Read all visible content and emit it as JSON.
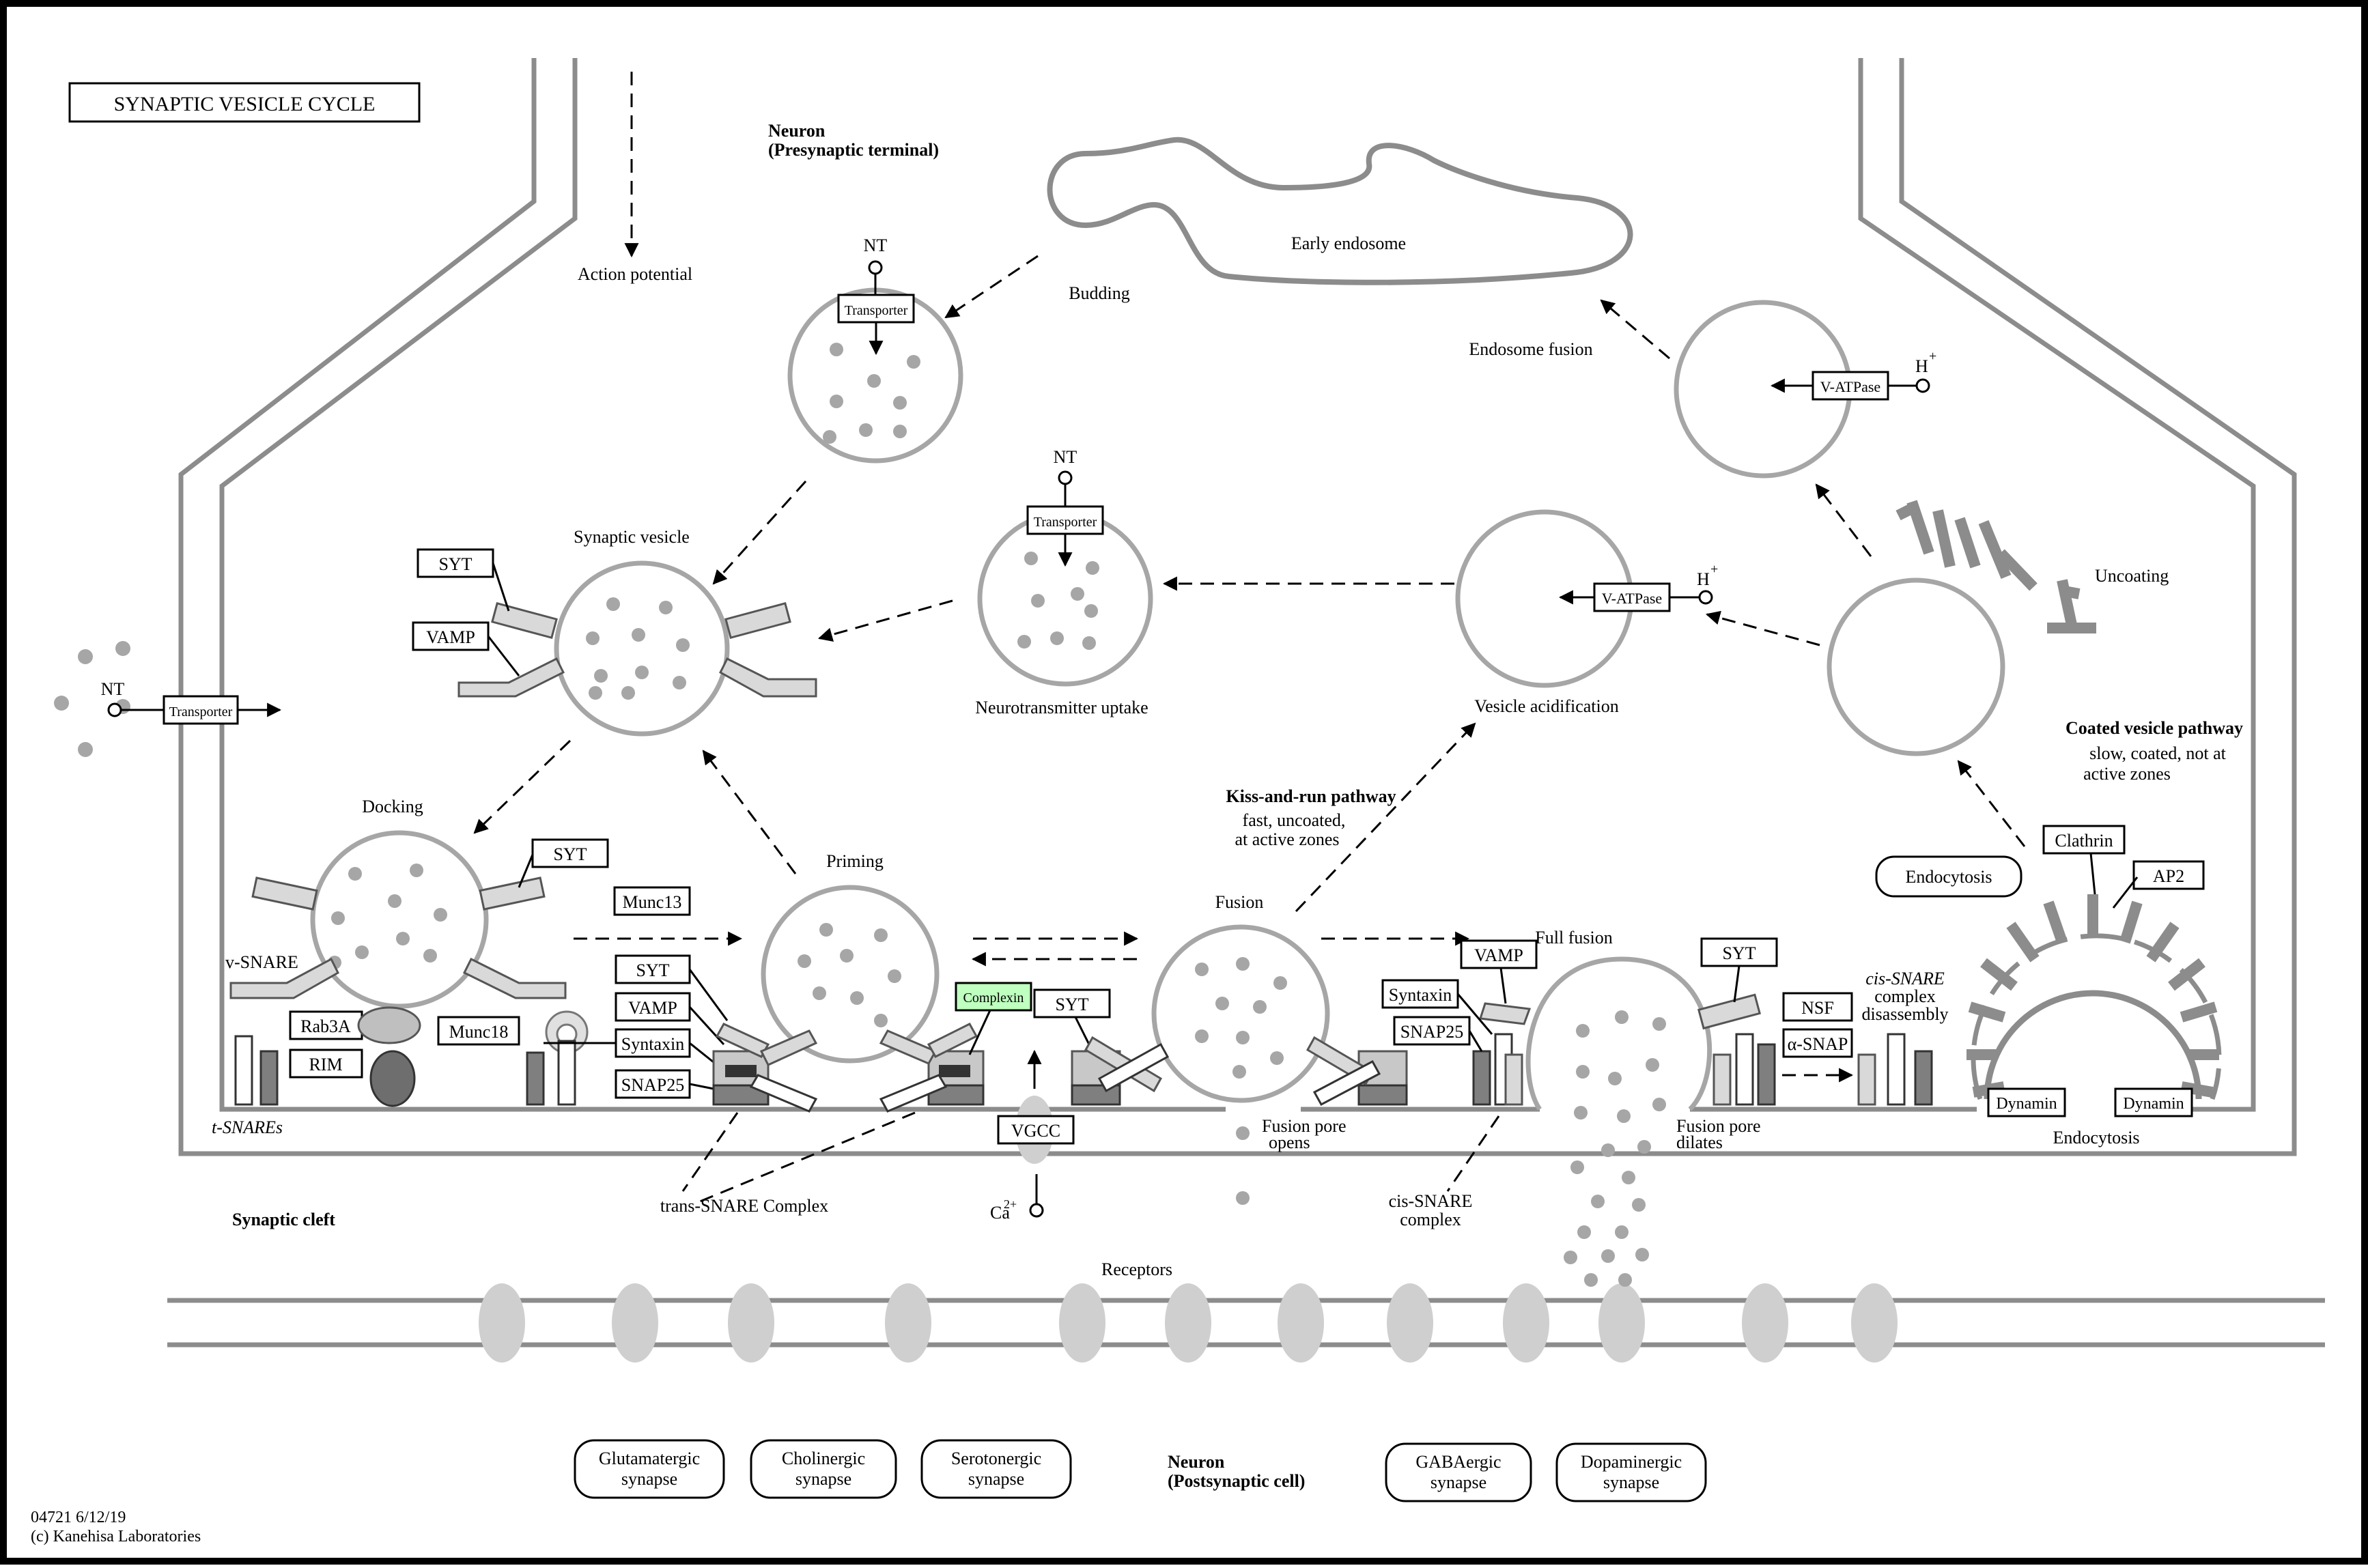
{
  "title": "SYNAPTIC VESICLE CYCLE",
  "labels": {
    "neuron_pre": "Neuron",
    "neuron_pre_sub": "(Presynaptic terminal)",
    "action_potential": "Action potential",
    "budding": "Budding",
    "early_endosome": "Early endosome",
    "endosome_fusion": "Endosome fusion",
    "synaptic_vesicle": "Synaptic vesicle",
    "nt_uptake": "Neurotransmitter uptake",
    "vesicle_acid": "Vesicle acidification",
    "uncoating": "Uncoating",
    "coated_title": "Coated vesicle pathway",
    "coated_l1": "slow, coated, not at",
    "coated_l2": "active zones",
    "kiss_title": "Kiss-and-run pathway",
    "kiss_l1": "fast, uncoated,",
    "kiss_l2": "at active zones",
    "docking": "Docking",
    "priming": "Priming",
    "fusion": "Fusion",
    "full_fusion": "Full fusion",
    "vsnare": "v-SNARE",
    "tsnares": "t-SNAREs",
    "endocytosis_box": "Endocytosis",
    "endocytosis_bottom": "Endocytosis",
    "cis_disassembly_1": "cis-SNARE",
    "cis_disassembly_2": "complex",
    "cis_disassembly_3": "disassembly",
    "fusion_pore_opens_1": "Fusion pore",
    "fusion_pore_opens_2": "opens",
    "fusion_pore_dilates_1": "Fusion pore",
    "fusion_pore_dilates_2": "dilates",
    "trans_snare": "trans-SNARE Complex",
    "cis_snare_1": "cis-SNARE",
    "cis_snare_2": "complex",
    "synaptic_cleft": "Synaptic cleft",
    "receptors": "Receptors",
    "neuron_post": "Neuron",
    "neuron_post_sub": "(Postsynaptic cell)",
    "nt": "NT",
    "h_plus": "H",
    "ca": "Ca",
    "ca_sup": "2+",
    "plus_sup": "+",
    "footer_1": "04721 6/12/19",
    "footer_2": "(c) Kanehisa Laboratories"
  },
  "genes": {
    "transporter": "Transporter",
    "vatpase": "V-ATPase",
    "syt": "SYT",
    "vamp": "VAMP",
    "rab3a": "Rab3A",
    "rim": "RIM",
    "munc13": "Munc13",
    "munc18": "Munc18",
    "syntaxin": "Syntaxin",
    "snap25": "SNAP25",
    "complexin": "Complexin",
    "vgcc": "VGCC",
    "nsf": "NSF",
    "asnap": "α-SNAP",
    "clathrin": "Clathrin",
    "ap2": "AP2",
    "dynamin": "Dynamin"
  },
  "synapses": {
    "glutamatergic": [
      "Glutamatergic",
      "synapse"
    ],
    "cholinergic": [
      "Cholinergic",
      "synapse"
    ],
    "serotonergic": [
      "Serotonergic",
      "synapse"
    ],
    "gabaergic": [
      "GABAergic",
      "synapse"
    ],
    "dopaminergic": [
      "Dopaminergic",
      "synapse"
    ]
  },
  "colors": {
    "highlight_gene": "#bfffbf",
    "membrane": "#8c8c8c",
    "vesicle": "#a6a6a6"
  }
}
